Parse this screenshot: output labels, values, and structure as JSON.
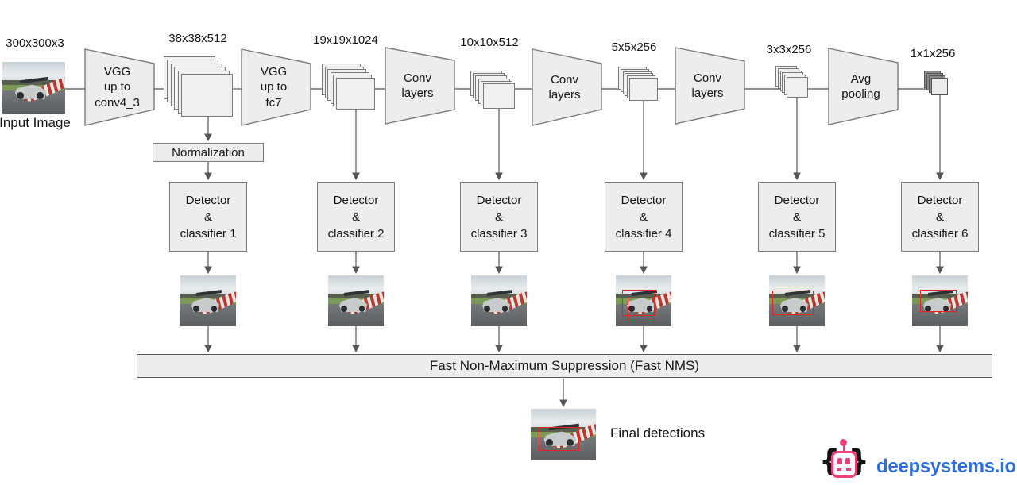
{
  "input": {
    "dims": "300x300x3",
    "caption": "Input Image"
  },
  "feature_maps": [
    {
      "dims": "38x38x512"
    },
    {
      "dims": "19x19x1024"
    },
    {
      "dims": "10x10x512"
    },
    {
      "dims": "5x5x256"
    },
    {
      "dims": "3x3x256"
    },
    {
      "dims": "1x1x256"
    }
  ],
  "trapezoids": [
    {
      "l1": "VGG",
      "l2": "up to",
      "l3": "conv4_3"
    },
    {
      "l1": "VGG",
      "l2": "up to",
      "l3": "fc7"
    },
    {
      "l1": "Conv",
      "l2": "layers",
      "l3": ""
    },
    {
      "l1": "Conv",
      "l2": "layers",
      "l3": ""
    },
    {
      "l1": "Conv",
      "l2": "layers",
      "l3": ""
    },
    {
      "l1": "Avg",
      "l2": "pooling",
      "l3": ""
    }
  ],
  "normalization": {
    "label": "Normalization"
  },
  "detectors": [
    {
      "l1": "Detector",
      "l2": "&",
      "l3": "classifier 1"
    },
    {
      "l1": "Detector",
      "l2": "&",
      "l3": "classifier 2"
    },
    {
      "l1": "Detector",
      "l2": "&",
      "l3": "classifier 3"
    },
    {
      "l1": "Detector",
      "l2": "&",
      "l3": "classifier 4"
    },
    {
      "l1": "Detector",
      "l2": "&",
      "l3": "classifier 5"
    },
    {
      "l1": "Detector",
      "l2": "&",
      "l3": "classifier 6"
    }
  ],
  "nms": {
    "label": "Fast Non-Maximum Suppression (Fast NMS)"
  },
  "final": {
    "label": "Final detections"
  },
  "logo": {
    "brace_left": "{",
    "brace_right": "}",
    "text": "deepsystems.io",
    "pink": "#ef3e7e",
    "blue": "#2e6fdb"
  },
  "detections": {
    "image_4": [
      [
        12,
        28,
        60,
        52
      ],
      [
        22,
        44,
        48,
        46
      ]
    ],
    "image_5": [
      [
        6,
        30,
        74,
        48
      ]
    ],
    "image_6": [
      [
        14,
        28,
        66,
        44
      ]
    ],
    "final_image": [
      [
        12,
        36,
        62,
        46
      ]
    ]
  },
  "colors": {
    "node_fill": "#ededed",
    "node_border": "#7a7a7a",
    "connector": "#6b6b6b",
    "detection_box": "#e8231f"
  }
}
